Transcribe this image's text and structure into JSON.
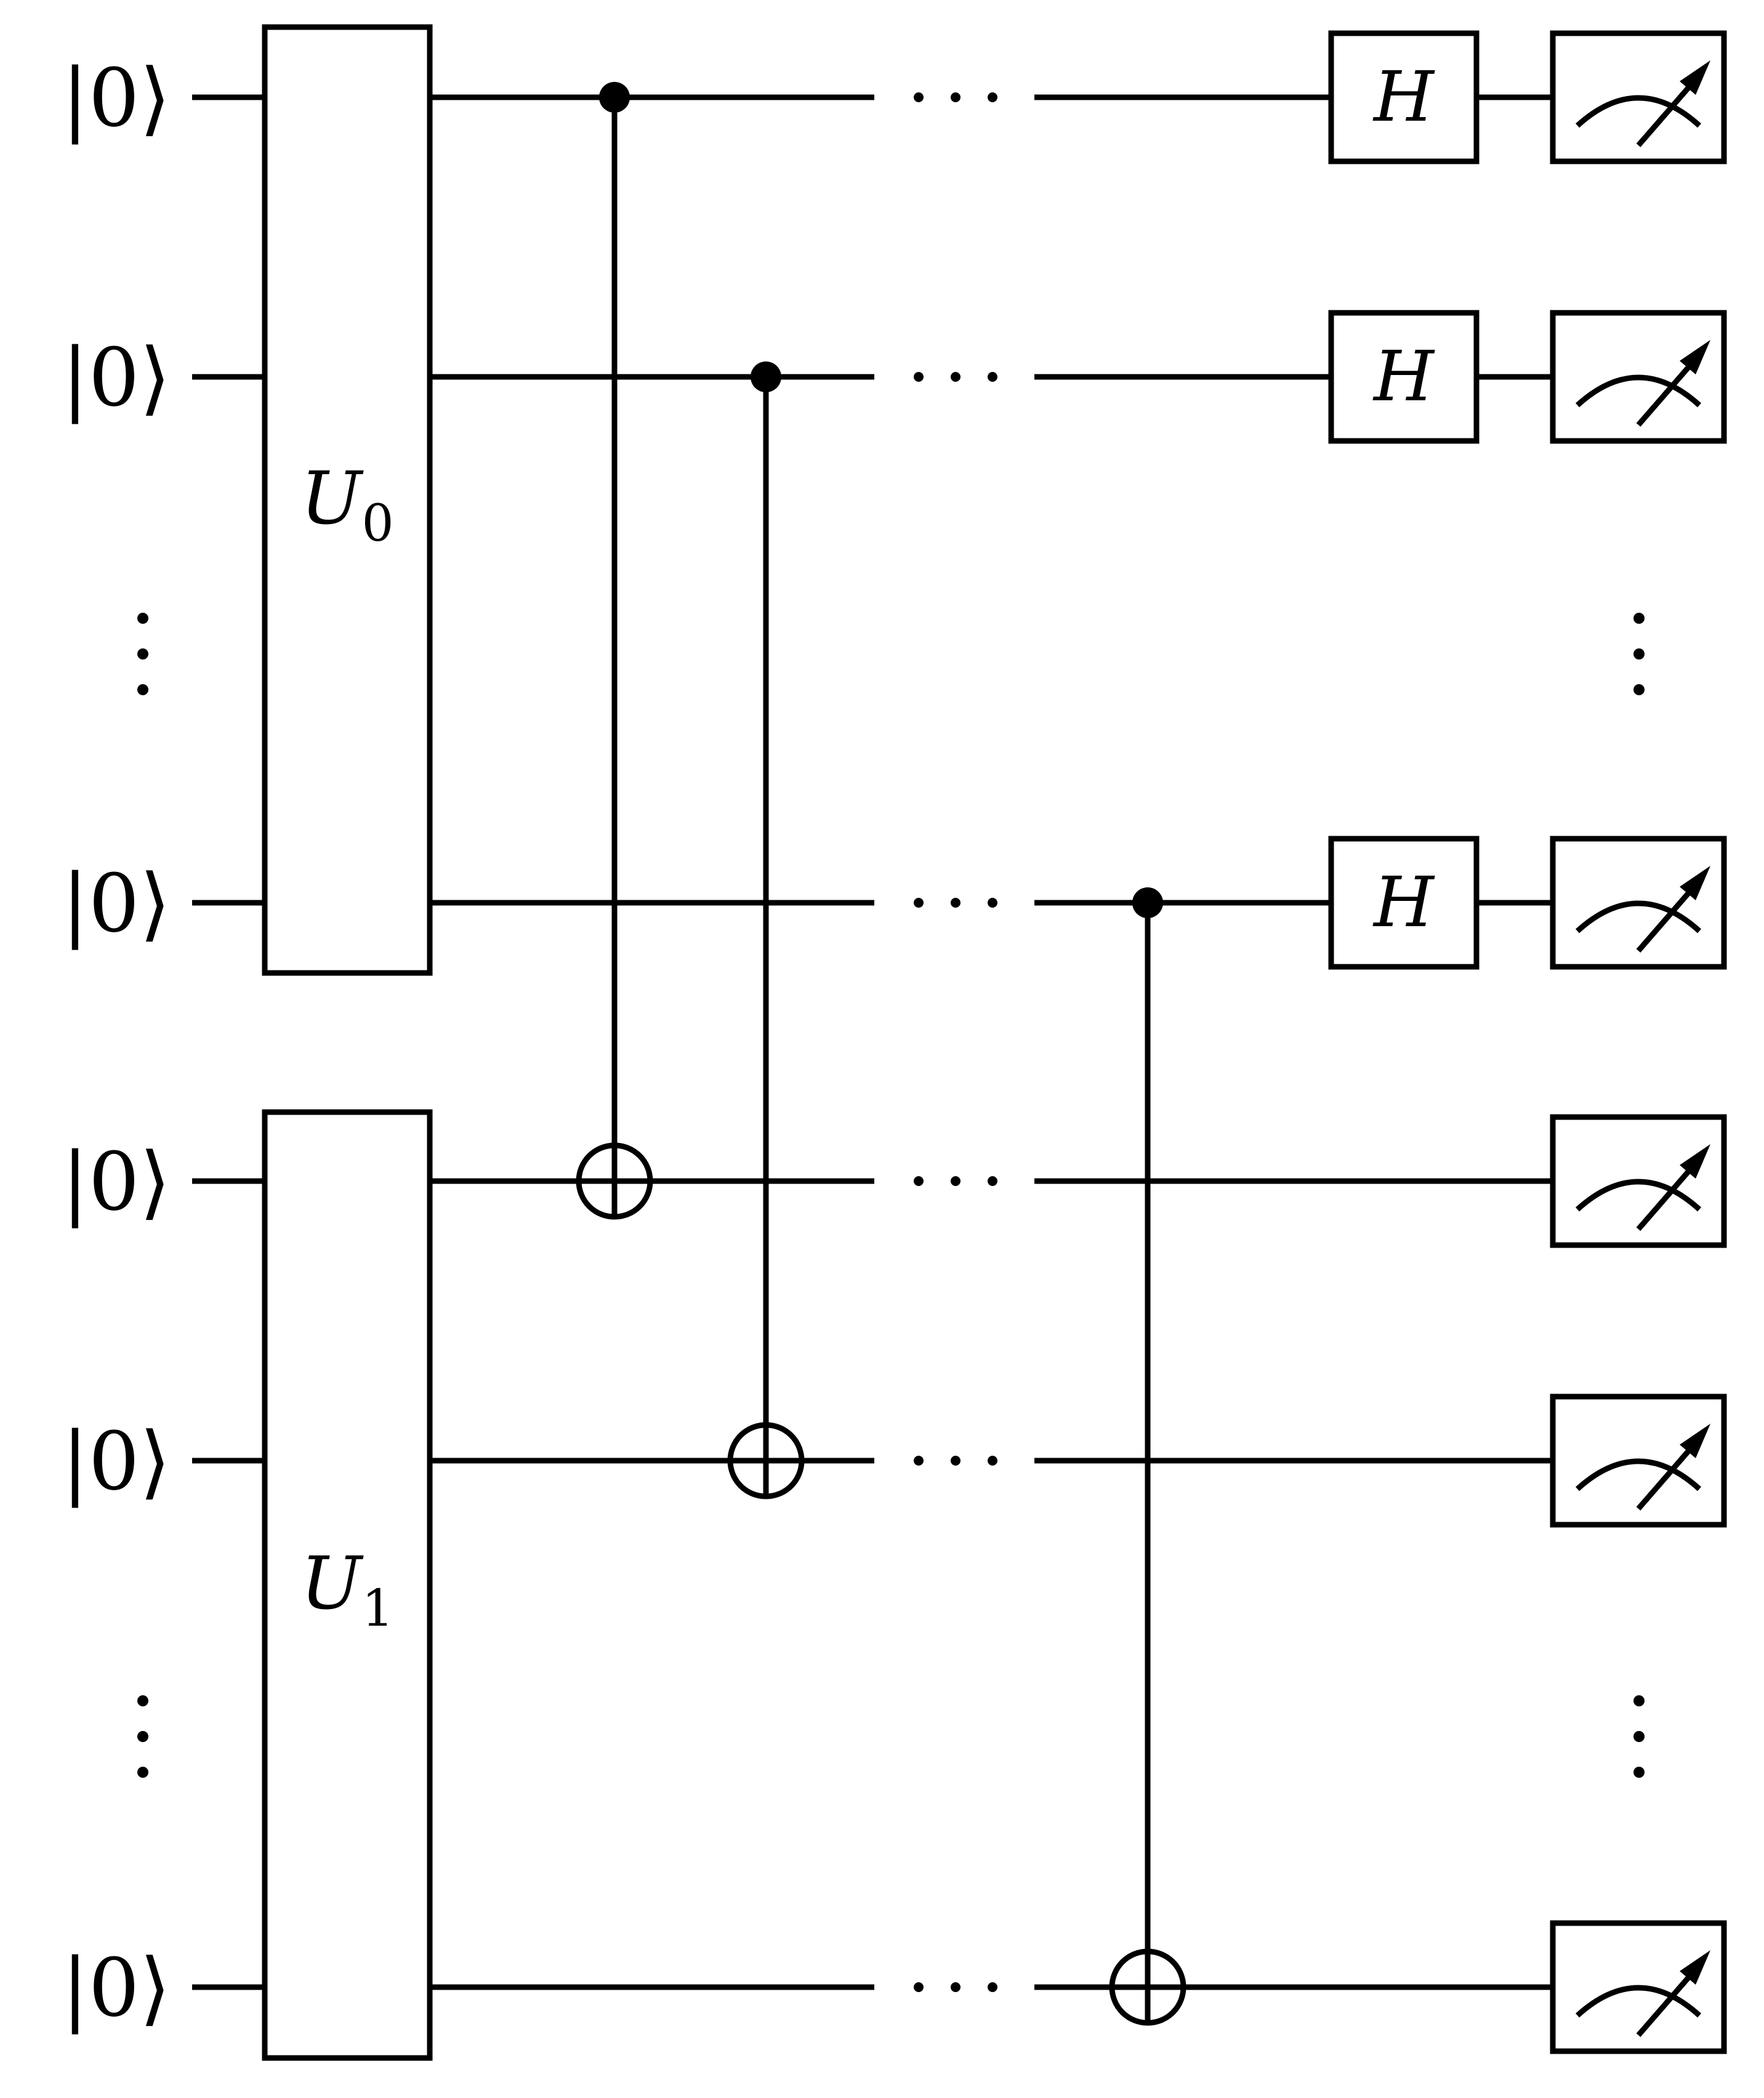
{
  "qubits": [
    {
      "state": "|0⟩"
    },
    {
      "state": "|0⟩"
    },
    {
      "state": "|0⟩"
    },
    {
      "state": "|0⟩"
    },
    {
      "state": "|0⟩"
    },
    {
      "state": "|0⟩"
    }
  ],
  "unitaries": [
    {
      "name": "U",
      "subscript": "0"
    },
    {
      "name": "U",
      "subscript": "1"
    }
  ],
  "hadamard_label": "H",
  "colors": {
    "ink": "#000000",
    "background": "#ffffff"
  },
  "icons": {
    "measurement": "meter-icon",
    "vertical_ellipsis": "vertical-ellipsis-icon",
    "horizontal_ellipsis": "horizontal-ellipsis-icon"
  }
}
